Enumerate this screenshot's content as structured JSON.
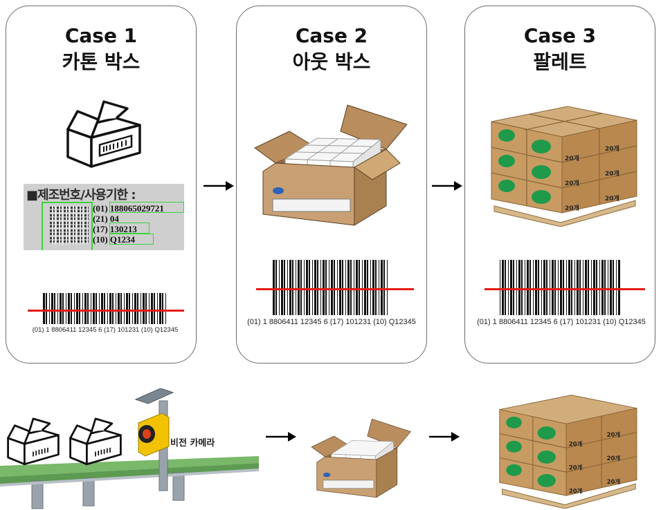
{
  "cases": [
    {
      "case_label": "Case 1",
      "title": "카톤 박스",
      "barcode_text": "(01) 1 8806411 12345 6 (17) 101231 (10) Q12345"
    },
    {
      "case_label": "Case 2",
      "title": "아웃 박스",
      "barcode_text": "(01) 1 8806411 12345 6 (17) 101231 (10) Q12345"
    },
    {
      "case_label": "Case 3",
      "title": "팔레트",
      "barcode_text": "(01) 1 8806411 12345 6 (17) 101231 (10) Q12345"
    }
  ],
  "label_image": {
    "header": "■제조번호/사용기한 :",
    "lines": [
      "(01) 188065029721",
      "(21) 04",
      "(17) 130213",
      "(10) Q1234"
    ]
  },
  "pallet_box_text": "20개",
  "camera_label": "비전 카메라",
  "colors": {
    "red_line": "#e41b13",
    "box_brown": "#c8a073",
    "sticker_green": "#1f9a4a",
    "conveyor_green": "#7ab86a"
  }
}
